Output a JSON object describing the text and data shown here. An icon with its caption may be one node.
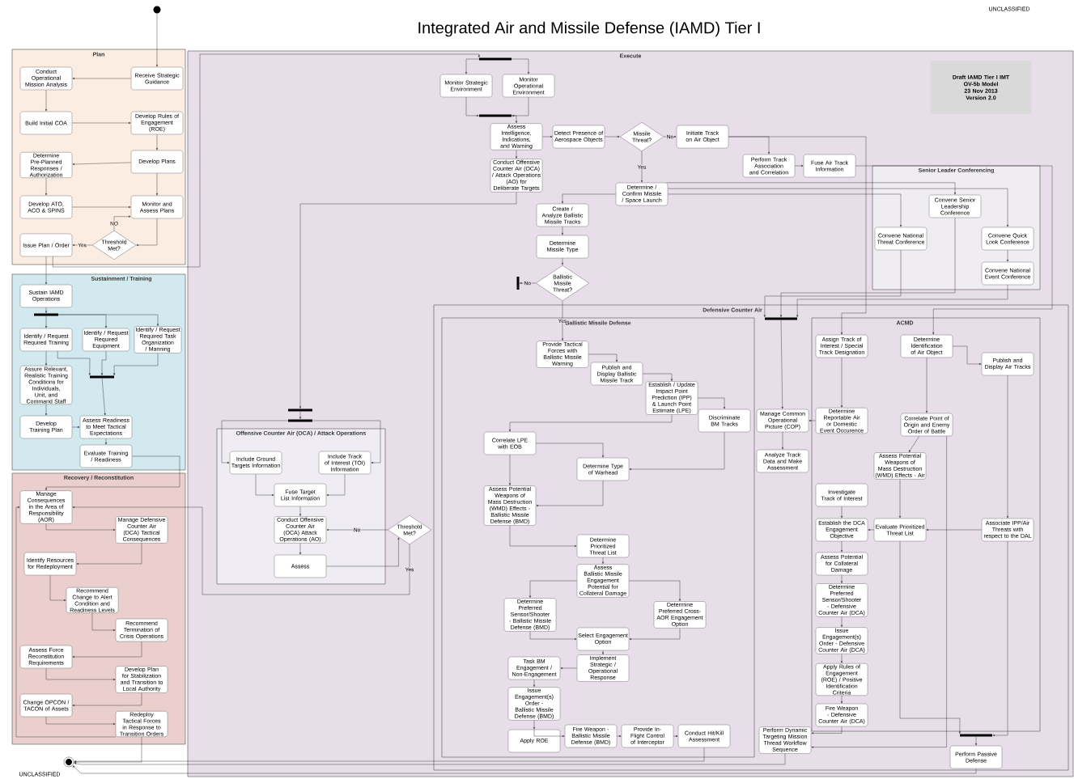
{
  "diagram": {
    "title": "Integrated Air and Missile Defense (IAMD) Tier I",
    "nodes": [
      {
        "text": [],
        "shape": "circle"
      },
      {
        "text": [
          "Plan"
        ]
      },
      {
        "text": [
          "Receive Strategic Guidance"
        ],
        "in": 1
      },
      {
        "text": [
          "Conduct Operational Mission Analysis"
        ],
        "in": 1
      },
      {
        "text": [
          "Build Initial COA"
        ],
        "in": 1
      },
      {
        "text": [
          "Develop Rules of Engagement (ROE)"
        ],
        "in": 1
      },
      {
        "text": [
          "Develop Plans"
        ],
        "in": 1
      },
      {
        "text": [
          "Determine Pre-Planned Responses / Authorization"
        ],
        "in": 1
      },
      {
        "text": [
          "Develop ATO, ACO & SPINS"
        ],
        "in": 1
      },
      {
        "text": [
          "Monitor and Assess Plans"
        ],
        "in": 1
      },
      {
        "text": [
          "Threshold Met?"
        ],
        "in": 1
      },
      {
        "text": [
          "Issue Plan / Order"
        ],
        "in": 1
      },
      {
        "text": [
          "Sustainment / Training"
        ]
      },
      {
        "text": [
          "Sustain IAMD Operations"
        ],
        "in": 12
      },
      {
        "text": [],
        "shape": "bar",
        "in": 12
      },
      {
        "text": [
          "Identify / Request Required Training"
        ],
        "in": 12
      },
      {
        "text": [
          "Identify / Request Required Equipment"
        ],
        "in": 12
      },
      {
        "text": [
          "Identify / Request Required Task Organization / Manning"
        ],
        "in": 12
      },
      {
        "text": [
          "Assure Relevant, Realistic Training Conditions for Individuals, Unit, and Command Staff"
        ],
        "in": 12
      },
      {
        "text": [],
        "shape": "bar",
        "in": 12
      },
      {
        "text": [
          "Develop Training Plan"
        ],
        "in": 12
      },
      {
        "text": [
          "Assess Readiness to Meet Tactical Expectations"
        ],
        "in": 12
      },
      {
        "text": [
          "Evaluate Training / Readiness"
        ],
        "in": 12
      },
      {
        "text": [
          "Recovery / Reconstitution"
        ]
      },
      {
        "text": [
          "Manage Consequences in the Area of Responsibility (AOR)"
        ],
        "in": 23
      },
      {
        "text": [
          "Manage Defensive Counter Air (DCA) Tactical Consequences"
        ],
        "in": 23
      },
      {
        "text": [
          "Identify Resources for Redeployment"
        ],
        "in": 23
      },
      {
        "text": [
          "Recommend Change to Alert Condition and Readiness Levels"
        ],
        "in": 23
      },
      {
        "text": [
          "Recommend Termination of Crisis Operations"
        ],
        "in": 23
      },
      {
        "text": [
          "Assess Force Reconstitution Requirements"
        ],
        "in": 23
      },
      {
        "text": [
          "Develop Plan for Stabilization and Transition to Local Authority"
        ],
        "in": 23
      },
      {
        "text": [
          "Change OPCON / TACON of Assets"
        ],
        "in": 23
      },
      {
        "text": [
          "Redeploy Tactical Forces in Response to Transition Orders"
        ],
        "in": 23
      },
      {
        "text": [],
        "shape": "circle"
      },
      {
        "text": [
          "Execute"
        ]
      },
      {
        "text": [
          "Draft IAMD Tier I IMT",
          "OV-5b Model",
          "23 Nov 2013",
          "Version 2.0"
        ],
        "in": 34
      },
      {
        "text": [],
        "shape": "bar",
        "in": 34
      },
      {
        "text": [
          "Monitor Strategic Environment"
        ],
        "in": 34
      },
      {
        "text": [
          "Monitor Operational Environment"
        ],
        "in": 34
      },
      {
        "text": [],
        "shape": "bar",
        "in": 34
      },
      {
        "text": [
          "Assess Intelligence, Indications, and Warning"
        ],
        "in": 34
      },
      {
        "text": [
          "Conduct Offensive Counter Air (OCA) / Attack Operations (AO) for Deliberate Targets"
        ],
        "in": 34
      },
      {
        "text": [
          "Detect Presence of Aerospace Objects"
        ],
        "in": 34
      },
      {
        "text": [
          "Missile Threat?"
        ],
        "in": 34
      },
      {
        "text": [
          "Initiate Track on Air Object"
        ],
        "in": 34
      },
      {
        "text": [
          "Perform Track Association and Correlation"
        ],
        "in": 34
      },
      {
        "text": [
          "Fuse Air Track Information"
        ],
        "in": 34
      },
      {
        "text": [
          "Determine / Confirm Missile / Space Launch"
        ],
        "in": 34
      },
      {
        "text": [
          "Create / Analyze Ballistic Missile Tracks"
        ],
        "in": 34
      },
      {
        "text": [
          "Determine Missile Type"
        ],
        "in": 34
      },
      {
        "text": [
          "Ballistic Missile Threat?"
        ],
        "in": 34
      },
      {
        "text": [],
        "shape": "bar",
        "in": 34
      },
      {
        "text": [
          "Senior Leader Conferencing"
        ],
        "in": 34
      },
      {
        "text": [
          "Convene National Threat Conference"
        ],
        "in": 52
      },
      {
        "text": [
          "Convene Senior Leadership Conference"
        ],
        "in": 52
      },
      {
        "text": [
          "Convene Quick Look Conference"
        ],
        "in": 52
      },
      {
        "text": [
          "Convene National Event Conference"
        ],
        "in": 52
      },
      {
        "text": [
          "Offensive Counter Air (OCA) / Attack Operations"
        ],
        "in": 34
      },
      {
        "text": [],
        "shape": "bar",
        "in": 34
      },
      {
        "text": [],
        "shape": "bar",
        "in": 34
      },
      {
        "text": [
          "Include Ground Targets Information"
        ],
        "in": 57
      },
      {
        "text": [
          "Include Track of Interest (TOI) Information"
        ],
        "in": 57
      },
      {
        "text": [
          "Fuse Target List Information"
        ],
        "in": 57
      },
      {
        "text": [
          "Conduct Offensive Counter Air (OCA) Attack Operations (AO)"
        ],
        "in": 57
      },
      {
        "text": [
          "Assess"
        ],
        "in": 57
      },
      {
        "text": [
          "Threshold Met?"
        ],
        "in": 34
      },
      {
        "text": [
          "Defensive Counter Air"
        ],
        "in": 34
      },
      {
        "text": [],
        "shape": "bar",
        "in": 66
      },
      {
        "text": [
          "Ballistic Missile Defense"
        ],
        "in": 66
      },
      {
        "text": [
          "Provide Tactical Forces with Ballistic Missile Warning"
        ],
        "in": 68
      },
      {
        "text": [
          "Publish and Display Ballistic Missile Track"
        ],
        "in": 68
      },
      {
        "text": [
          "Establish / Update Impact Point Prediction (IPP) & Launch Point Estimate (LPE)"
        ],
        "in": 68
      },
      {
        "text": [
          "Discriminate BM Tracks"
        ],
        "in": 68
      },
      {
        "text": [
          "Correlate LPE with EOB"
        ],
        "in": 68
      },
      {
        "text": [
          "Determine Type of Warhead"
        ],
        "in": 68
      },
      {
        "text": [
          "Assess Potential Weapons of Mass Destruction (WMD) Effects - Ballistic Missile Defense (BMD)"
        ],
        "in": 68
      },
      {
        "text": [
          "Determine Prioritized Threat List"
        ],
        "in": 68
      },
      {
        "text": [
          "Assess Ballistic Missile Engagement Potential for Collateral Damage"
        ],
        "in": 68
      },
      {
        "text": [
          "Determine Preferred Sensor/Shooter - Ballistic Missile Defense (BMD)"
        ],
        "in": 68
      },
      {
        "text": [
          "Determine Preferred Cross-AOR Engagement Option"
        ],
        "in": 68
      },
      {
        "text": [
          "Select Engagement Option"
        ],
        "in": 68
      },
      {
        "text": [
          "Task BM Engagement / Non-Engagement"
        ],
        "in": 68
      },
      {
        "text": [
          "Implement Strategic / Operational Response"
        ],
        "in": 68
      },
      {
        "text": [
          "Issue Engagement(s) Order - Ballistic Missile Defense (BMD)"
        ],
        "in": 68
      },
      {
        "text": [
          "Apply ROE"
        ],
        "in": 68
      },
      {
        "text": [
          "Fire Weapon - Ballistic Missile Defense (BMD)"
        ],
        "in": 68
      },
      {
        "text": [
          "Provide In-Flight Control of Interceptor"
        ],
        "in": 68
      },
      {
        "text": [
          "Conduct Hit/Kill Assessment"
        ],
        "in": 68
      },
      {
        "text": [
          "Manage Common Operational Picture (COP)"
        ],
        "in": 66
      },
      {
        "text": [
          "Analyze Track Data and Make Assessment"
        ],
        "in": 66
      },
      {
        "text": [
          "ACMD"
        ],
        "in": 66
      },
      {
        "text": [
          "Assign Track of Interest / Special Track Designation"
        ],
        "in": 90
      },
      {
        "text": [
          "Determine Identification of Air Object"
        ],
        "in": 90
      },
      {
        "text": [
          "Publish and Display Air Tracks"
        ],
        "in": 90
      },
      {
        "text": [
          "Determine Reportable Air or Domestic Event Occurence"
        ],
        "in": 90
      },
      {
        "text": [
          "Correlate Point of Origin and Enemy Order of Battle"
        ],
        "in": 90
      },
      {
        "text": [
          "Assess Potential Weapons of Mass Destruction (WMD) Effects - Air"
        ],
        "in": 90
      },
      {
        "text": [
          "Investigate Track of Interest"
        ],
        "in": 90
      },
      {
        "text": [
          "Establish the DCA Engagement Objective"
        ],
        "in": 90
      },
      {
        "text": [
          "Evaluate Prioritized Threat List"
        ],
        "in": 90
      },
      {
        "text": [
          "Associate IPP/Air Threats with respect to the DAL"
        ],
        "in": 90
      },
      {
        "text": [
          "Assess Potential for Collateral Damage"
        ],
        "in": 90
      },
      {
        "text": [
          "Determine Preferred Sensor/Shooter - Defensive Counter Air (DCA)"
        ],
        "in": 90
      },
      {
        "text": [
          "Issue Engagement(s) Order - Defensive Counter Air (DCA)"
        ],
        "in": 90
      },
      {
        "text": [
          "Apply Rules of Engagement (ROE) / Positive Identification Criteria"
        ],
        "in": 90
      },
      {
        "text": [
          "Fire Weapon - Defensive Counter Air (DCA)"
        ],
        "in": 90
      },
      {
        "text": [
          "Perform Dynamic Targeting Mission Thread Workflow Sequence"
        ],
        "in": 66
      },
      {
        "text": [],
        "shape": "bar",
        "in": 66
      },
      {
        "text": [
          "Perform Passive Defense"
        ],
        "in": 66
      }
    ],
    "edges": [
      {
        "from": 0,
        "to": 2,
        "arrow": "to"
      },
      {
        "from": 2,
        "to": 3,
        "arrow": "to"
      },
      {
        "from": 3,
        "to": 4,
        "arrow": "to"
      },
      {
        "from": 4,
        "to": 5,
        "arrow": "to"
      },
      {
        "from": 5,
        "to": 6,
        "arrow": "to"
      },
      {
        "from": 6,
        "to": 7,
        "arrow": "to"
      },
      {
        "from": 7,
        "to": 8,
        "arrow": "to"
      },
      {
        "from": 8,
        "to": 9,
        "arrow": "to"
      },
      {
        "from": 6,
        "to": 9,
        "arrow": "to"
      },
      {
        "from": 9,
        "to": 10,
        "arrow": "to"
      },
      {
        "from": 10,
        "to": 11,
        "arrow": "to",
        "label": "Yes"
      },
      {
        "from": 10,
        "to": 9,
        "arrow": "to",
        "label": "NO"
      },
      {
        "from": 11,
        "to": 13,
        "arrow": "to"
      },
      {
        "from": 11,
        "to": 36,
        "arrow": "to"
      },
      {
        "from": 13,
        "to": 14,
        "arrow": "to"
      },
      {
        "from": 14,
        "to": 15,
        "arrow": "to"
      },
      {
        "from": 14,
        "to": 16,
        "arrow": "to"
      },
      {
        "from": 14,
        "to": 17,
        "arrow": "to"
      },
      {
        "from": 15,
        "to": 18,
        "arrow": "to"
      },
      {
        "from": 18,
        "to": 20,
        "arrow": "to"
      },
      {
        "from": 20,
        "to": 21,
        "arrow": "to"
      },
      {
        "from": 15,
        "to": 19,
        "arrow": "to"
      },
      {
        "from": 16,
        "to": 19,
        "arrow": "to"
      },
      {
        "from": 17,
        "to": 19,
        "arrow": "to"
      },
      {
        "from": 19,
        "to": 21,
        "arrow": "to"
      },
      {
        "from": 21,
        "to": 22,
        "arrow": "to"
      },
      {
        "from": 22,
        "to": 24,
        "arrow": "to"
      },
      {
        "from": 24,
        "to": 25,
        "arrow": "to"
      },
      {
        "from": 25,
        "to": 26,
        "arrow": "to"
      },
      {
        "from": 26,
        "to": 27,
        "arrow": "to"
      },
      {
        "from": 27,
        "to": 28,
        "arrow": "to"
      },
      {
        "from": 28,
        "to": 29,
        "arrow": "to"
      },
      {
        "from": 29,
        "to": 30,
        "arrow": "to"
      },
      {
        "from": 30,
        "to": 31,
        "arrow": "to"
      },
      {
        "from": 31,
        "to": 32,
        "arrow": "to"
      },
      {
        "from": 32,
        "to": 33,
        "arrow": "to"
      },
      {
        "from": 32,
        "to": 24,
        "arrow": "to"
      },
      {
        "from": 36,
        "to": 37,
        "arrow": "to"
      },
      {
        "from": 36,
        "to": 38,
        "arrow": "to"
      },
      {
        "from": 37,
        "to": 39,
        "arrow": "to"
      },
      {
        "from": 38,
        "to": 39,
        "arrow": "to"
      },
      {
        "from": 39,
        "to": 40,
        "arrow": "to"
      },
      {
        "from": 40,
        "to": 41,
        "arrow": "to"
      },
      {
        "from": 40,
        "to": 42,
        "arrow": "to"
      },
      {
        "from": 42,
        "to": 43,
        "arrow": "to"
      },
      {
        "from": 43,
        "to": 44,
        "arrow": "to",
        "label": "No"
      },
      {
        "from": 43,
        "to": 47,
        "arrow": "to",
        "label": "Yes"
      },
      {
        "from": 44,
        "to": 45,
        "arrow": "to"
      },
      {
        "from": 45,
        "to": 46,
        "arrow": "to"
      },
      {
        "from": 47,
        "to": 48,
        "arrow": "to"
      },
      {
        "from": 48,
        "to": 49,
        "arrow": "to"
      },
      {
        "from": 49,
        "to": 50,
        "arrow": "to"
      },
      {
        "from": 50,
        "to": 69,
        "arrow": "to",
        "label": "Yes"
      },
      {
        "from": 50,
        "to": 51,
        "arrow": "to",
        "label": "No"
      },
      {
        "from": 41,
        "to": 58,
        "arrow": "to"
      },
      {
        "from": 58,
        "to": 59,
        "arrow": "to"
      },
      {
        "from": 59,
        "to": 60,
        "arrow": "to"
      },
      {
        "from": 59,
        "to": 61,
        "arrow": "to"
      },
      {
        "from": 60,
        "to": 62,
        "arrow": "to"
      },
      {
        "from": 61,
        "to": 62,
        "arrow": "to"
      },
      {
        "from": 62,
        "to": 63,
        "arrow": "to"
      },
      {
        "from": 63,
        "to": 64,
        "arrow": "to"
      },
      {
        "from": 64,
        "to": 65,
        "arrow": "to"
      },
      {
        "from": 65,
        "to": 63,
        "arrow": "to",
        "label": "No"
      },
      {
        "from": 65,
        "to": 24,
        "arrow": "to",
        "label": "Yes"
      },
      {
        "from": 47,
        "to": 53,
        "arrow": "to"
      },
      {
        "from": 47,
        "to": 54,
        "arrow": "to"
      },
      {
        "from": 47,
        "to": 55,
        "arrow": "to"
      },
      {
        "from": 55,
        "to": 56,
        "arrow": "to"
      },
      {
        "from": 53,
        "to": 67,
        "arrow": "to"
      },
      {
        "from": 54,
        "to": 67,
        "arrow": "to"
      },
      {
        "from": 56,
        "to": 67,
        "arrow": "to"
      },
      {
        "from": 67,
        "to": 88,
        "arrow": "to"
      },
      {
        "from": 69,
        "to": 70,
        "arrow": "to"
      },
      {
        "from": 70,
        "to": 71,
        "arrow": "to"
      },
      {
        "from": 71,
        "to": 72,
        "arrow": "to"
      },
      {
        "from": 71,
        "to": 73,
        "arrow": "to"
      },
      {
        "from": 72,
        "to": 74,
        "arrow": "to"
      },
      {
        "from": 73,
        "to": 74,
        "arrow": "to"
      },
      {
        "from": 73,
        "to": 75,
        "arrow": "to"
      },
      {
        "from": 74,
        "to": 75,
        "arrow": "to"
      },
      {
        "from": 75,
        "to": 76,
        "arrow": "to"
      },
      {
        "from": 76,
        "to": 77,
        "arrow": "to"
      },
      {
        "from": 77,
        "to": 78,
        "arrow": "to"
      },
      {
        "from": 77,
        "to": 79,
        "arrow": "to"
      },
      {
        "from": 78,
        "to": 80,
        "arrow": "to"
      },
      {
        "from": 79,
        "to": 80,
        "arrow": "to"
      },
      {
        "from": 80,
        "to": 82,
        "arrow": "to"
      },
      {
        "from": 82,
        "to": 81,
        "arrow": "to"
      },
      {
        "from": 81,
        "to": 83,
        "arrow": "to"
      },
      {
        "from": 83,
        "to": 84,
        "arrow": "to"
      },
      {
        "from": 84,
        "to": 85,
        "arrow": "to"
      },
      {
        "from": 85,
        "to": 86,
        "arrow": "to"
      },
      {
        "from": 86,
        "to": 87,
        "arrow": "to"
      },
      {
        "from": 44,
        "to": 91,
        "arrow": "to"
      },
      {
        "from": 46,
        "to": 92,
        "arrow": "to"
      },
      {
        "from": 92,
        "to": 95,
        "arrow": "to"
      },
      {
        "from": 92,
        "to": 93,
        "arrow": "to"
      },
      {
        "from": 91,
        "to": 94,
        "arrow": "to"
      },
      {
        "from": 94,
        "to": 88,
        "arrow": "to"
      },
      {
        "from": 88,
        "to": 89,
        "arrow": "to"
      },
      {
        "from": 95,
        "to": 96,
        "arrow": "to"
      },
      {
        "from": 96,
        "to": 99,
        "arrow": "to"
      },
      {
        "from": 100,
        "to": 99,
        "arrow": "to"
      },
      {
        "from": 99,
        "to": 98,
        "arrow": "to"
      },
      {
        "from": 97,
        "to": 98,
        "arrow": "to"
      },
      {
        "from": 98,
        "to": 101,
        "arrow": "to"
      },
      {
        "from": 101,
        "to": 102,
        "arrow": "to"
      },
      {
        "from": 102,
        "to": 103,
        "arrow": "to"
      },
      {
        "from": 103,
        "to": 104,
        "arrow": "to"
      },
      {
        "from": 104,
        "to": 105,
        "arrow": "to"
      },
      {
        "from": 105,
        "to": 106,
        "arrow": "to"
      },
      {
        "from": 95,
        "to": 106,
        "arrow": "to"
      },
      {
        "from": 93,
        "to": 100,
        "arrow": "to"
      },
      {
        "from": 100,
        "to": 107,
        "arrow": "to"
      },
      {
        "from": 99,
        "to": 107,
        "arrow": "to"
      },
      {
        "from": 107,
        "to": 108,
        "arrow": "to"
      },
      {
        "from": 87,
        "to": 33,
        "arrow": "to"
      },
      {
        "from": 108,
        "to": 33,
        "arrow": "to"
      },
      {
        "from": 106,
        "to": 33,
        "arrow": "to"
      }
    ],
    "labels": [
      "UNCLASSIFIED",
      "UNCLASSIFIED"
    ]
  }
}
